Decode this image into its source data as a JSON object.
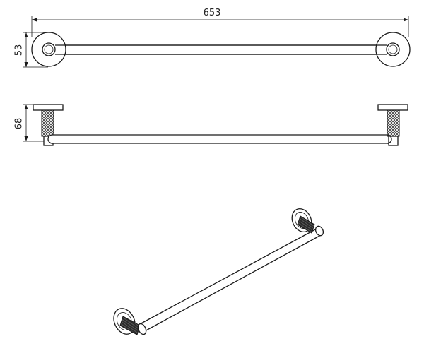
{
  "dimensions": {
    "overall_length": "653",
    "top_view_height": "53",
    "side_view_height": "68"
  },
  "colors": {
    "line": "#1a1a1a",
    "background": "#ffffff"
  }
}
